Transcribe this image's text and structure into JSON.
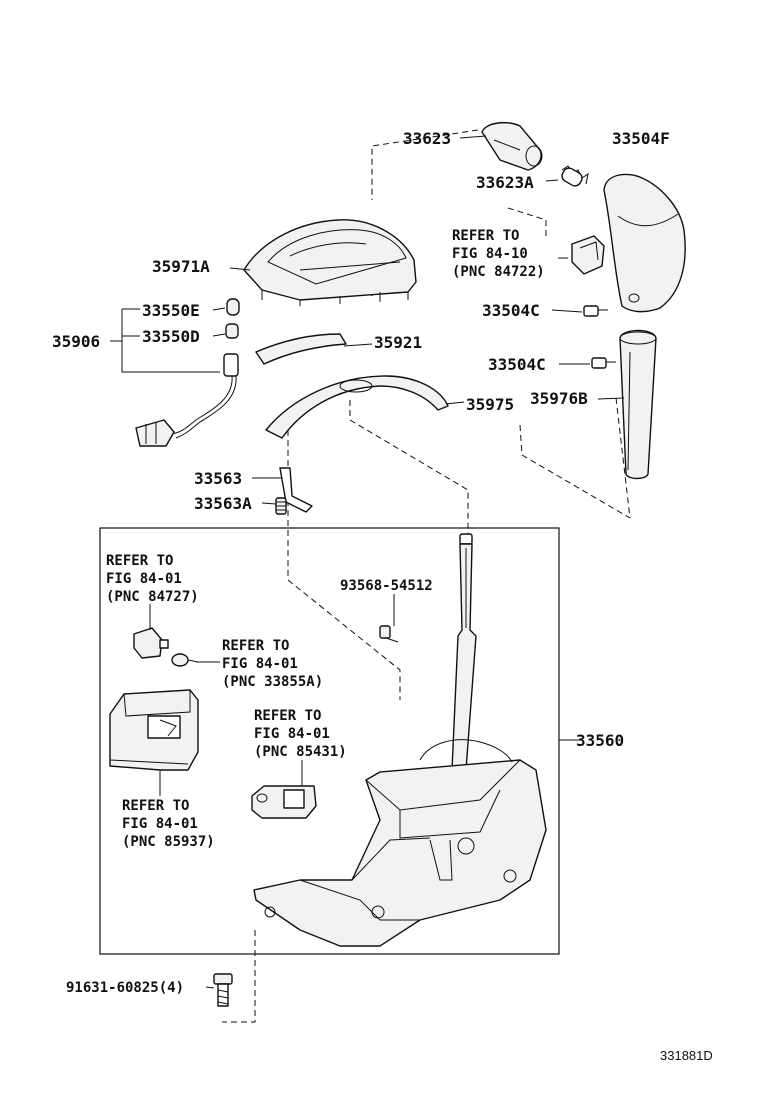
{
  "labels": {
    "p33623": "33623",
    "p33504F": "33504F",
    "p33623A": "33623A",
    "p35971A": "35971A",
    "p33550E": "33550E",
    "p33550D": "33550D",
    "p35906": "35906",
    "p35921": "35921",
    "p35975": "35975",
    "p33504C_1": "33504C",
    "p33504C_2": "33504C",
    "p35976B": "35976B",
    "p33563": "33563",
    "p33563A": "33563A",
    "p93568": "93568-54512",
    "p33560": "33560",
    "p91631": "91631-60825(4)",
    "figure_code": "331881D"
  },
  "refs": {
    "ref_84722": {
      "line1": "REFER TO",
      "line2": "FIG 84-10",
      "line3": "(PNC 84722)"
    },
    "ref_84727": {
      "line1": "REFER TO",
      "line2": "FIG 84-01",
      "line3": "(PNC 84727)"
    },
    "ref_33855A": {
      "line1": "REFER TO",
      "line2": "FIG 84-01",
      "line3": "(PNC 33855A)"
    },
    "ref_85431": {
      "line1": "REFER TO",
      "line2": "FIG 84-01",
      "line3": "(PNC 85431)"
    },
    "ref_85937": {
      "line1": "REFER TO",
      "line2": "FIG 84-01",
      "line3": "(PNC 85937)"
    }
  }
}
